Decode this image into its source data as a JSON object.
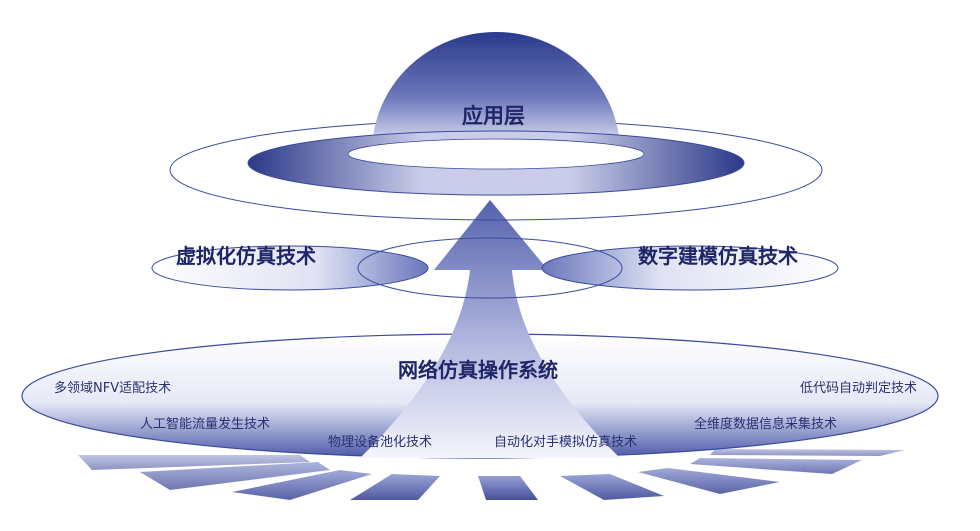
{
  "layers": {
    "application": "应用层",
    "virtualization": "虚拟化仿真技术",
    "digital_modeling": "数字建模仿真技术",
    "os": "网络仿真操作系统"
  },
  "techniques": [
    "多领域NFV适配技术",
    "人工智能流量发生技术",
    "物理设备池化技术",
    "自动化对手模拟仿真技术",
    "全维度数据信息采集技术",
    "低代码自动判定技术"
  ],
  "colors": {
    "primary": "#1f2566",
    "accent": "#3a4a9e",
    "light": "#e8ebf7"
  }
}
